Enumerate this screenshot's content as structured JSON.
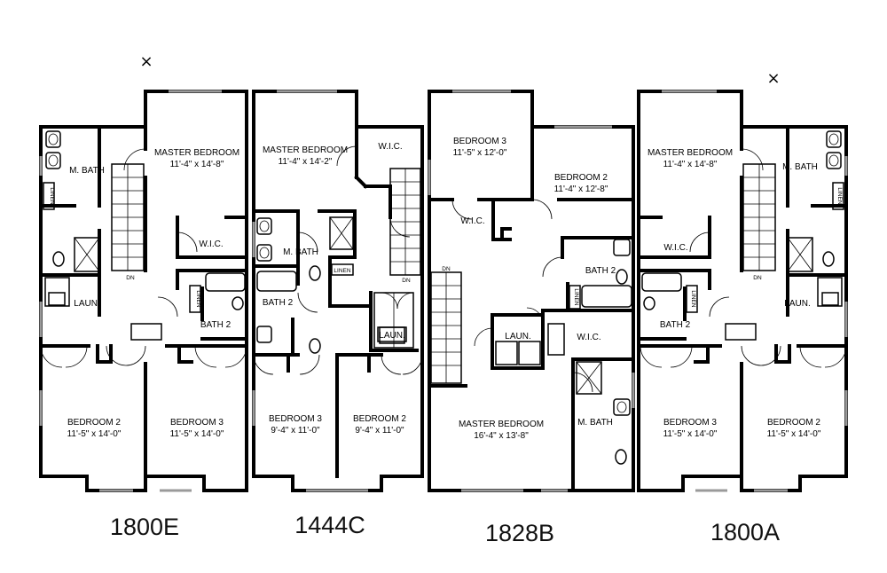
{
  "units": [
    {
      "label": "1800E",
      "rooms": [
        {
          "name": "MASTER BEDROOM",
          "size": "11'-4\" x 14'-8\""
        },
        {
          "name": "M. BATH"
        },
        {
          "name": "W.I.C."
        },
        {
          "name": "LINEN"
        },
        {
          "name": "LAUN."
        },
        {
          "name": "LINEN"
        },
        {
          "name": "BATH 2"
        },
        {
          "name": "BEDROOM 2",
          "size": "11'-5\" x 14'-0\""
        },
        {
          "name": "BEDROOM 3",
          "size": "11'-5\" x 14'-0\""
        },
        {
          "name": "DN"
        }
      ]
    },
    {
      "label": "1444C",
      "rooms": [
        {
          "name": "MASTER BEDROOM",
          "size": "11'-4\" x 14'-2\""
        },
        {
          "name": "W.I.C."
        },
        {
          "name": "M. BATH"
        },
        {
          "name": "LINEN"
        },
        {
          "name": "BATH 2"
        },
        {
          "name": "LAUN."
        },
        {
          "name": "BEDROOM 3",
          "size": "9'-4\" x 11'-0\""
        },
        {
          "name": "BEDROOM 2",
          "size": "9'-4\" x 11'-0\""
        },
        {
          "name": "DN"
        }
      ]
    },
    {
      "label": "1828B",
      "rooms": [
        {
          "name": "BEDROOM 3",
          "size": "11'-5\" x 12'-0\""
        },
        {
          "name": "BEDROOM 2",
          "size": "11'-4\" x 12'-8\""
        },
        {
          "name": "W.I.C."
        },
        {
          "name": "BATH 2"
        },
        {
          "name": "LINEN"
        },
        {
          "name": "LAUN."
        },
        {
          "name": "W.I.C."
        },
        {
          "name": "MASTER BEDROOM",
          "size": "16'-4\" x 13'-8\""
        },
        {
          "name": "M. BATH"
        },
        {
          "name": "DN"
        }
      ]
    },
    {
      "label": "1800A",
      "rooms": [
        {
          "name": "MASTER BEDROOM",
          "size": "11'-4\" x 14'-8\""
        },
        {
          "name": "M. BATH"
        },
        {
          "name": "W.I.C."
        },
        {
          "name": "LINEN"
        },
        {
          "name": "LAUN."
        },
        {
          "name": "LINEN"
        },
        {
          "name": "BATH 2"
        },
        {
          "name": "BEDROOM 3",
          "size": "11'-5\" x 14'-0\""
        },
        {
          "name": "BEDROOM 2",
          "size": "11'-5\" x 14'-0\""
        },
        {
          "name": "DN"
        }
      ]
    }
  ],
  "marks": [
    "×",
    "×"
  ]
}
